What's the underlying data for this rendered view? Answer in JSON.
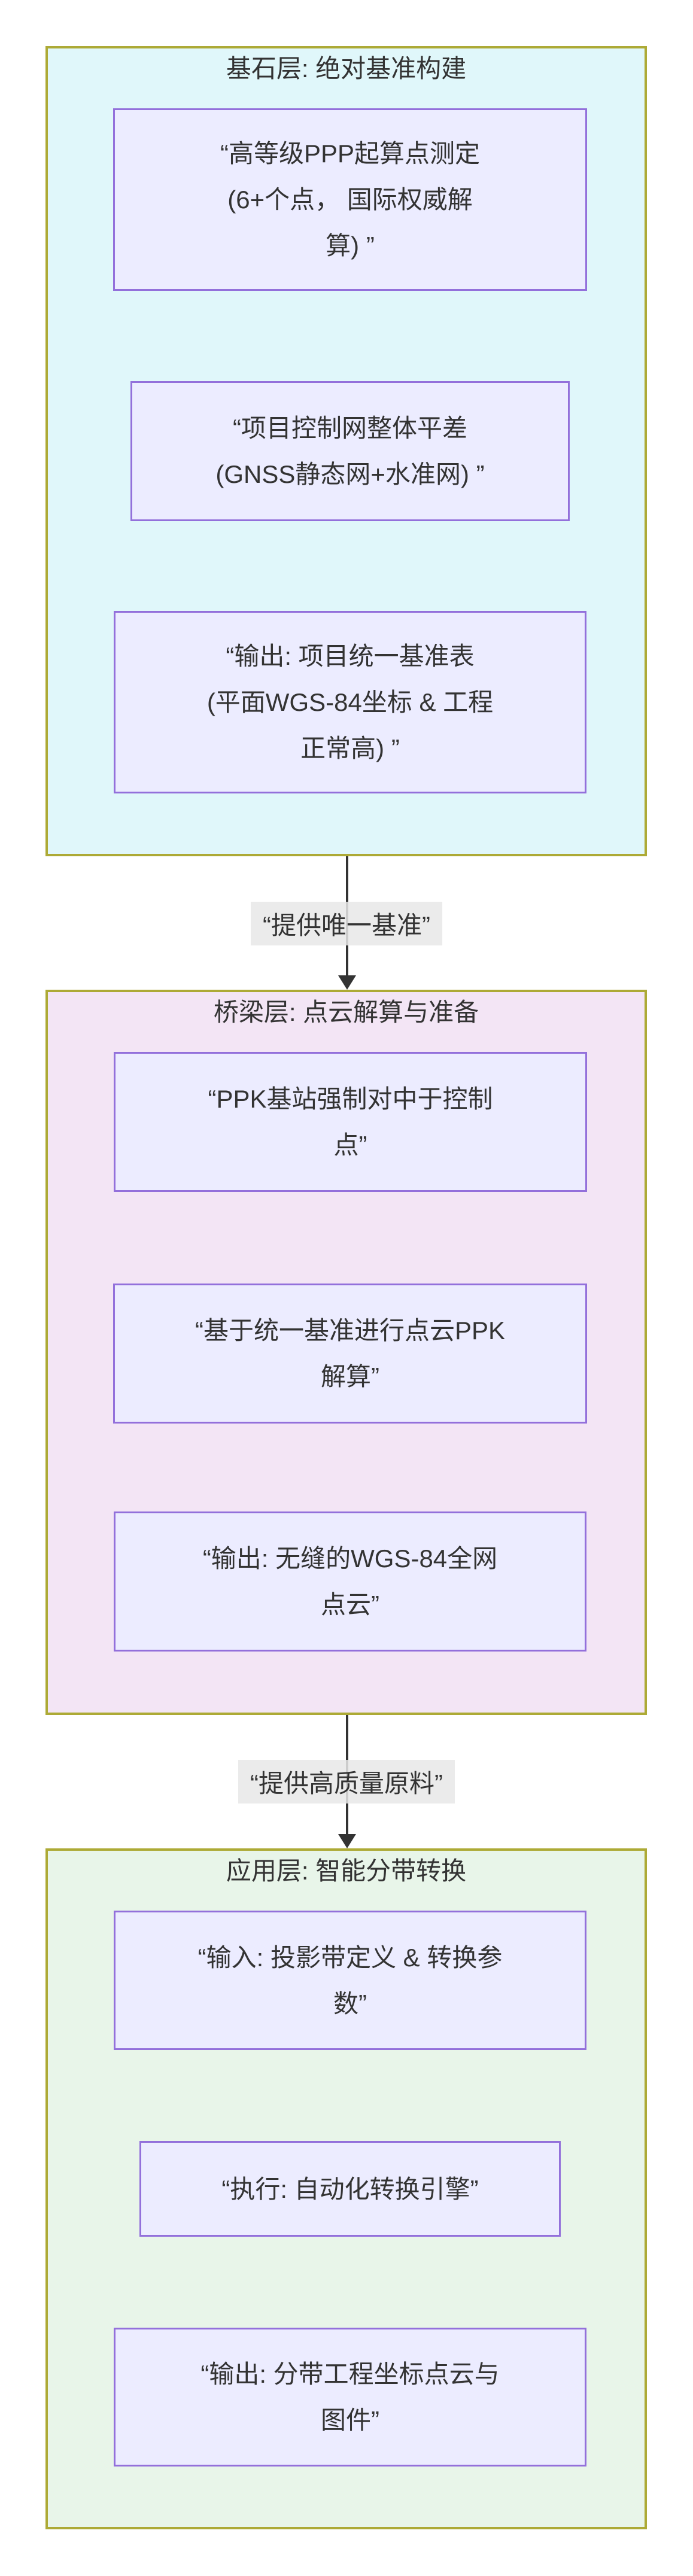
{
  "diagram": {
    "type": "flowchart",
    "direction": "top-down",
    "colors": {
      "background": "#ffffff",
      "section_border": "#adaa36",
      "node_fill": "#ececff",
      "node_border": "#9370db",
      "text": "#333333",
      "arrow": "#333333",
      "edge_label_bg": "#e8e8e8",
      "section_fills": {
        "foundation": "#e0f7fa",
        "bridge": "#f3e5f5",
        "application": "#e8f5e9"
      }
    },
    "sections": [
      {
        "title": "基石层: 绝对基准构建",
        "fill": "#e0f7fa",
        "nodes": [
          {
            "text": "“高等级PPP起算点测定\n(6+个点， 国际权威解\n算) ”"
          },
          {
            "text": "“项目控制网整体平差\n(GNSS静态网+水准网) ”"
          },
          {
            "text": "“输出: 项目统一基准表\n(平面WGS-84坐标 & 工程\n正常高) ”"
          }
        ]
      },
      {
        "title": "桥梁层: 点云解算与准备",
        "fill": "#f3e5f5",
        "nodes": [
          {
            "text": "“PPK基站强制对中于控制\n点”"
          },
          {
            "text": "“基于统一基准进行点云PPK\n解算”"
          },
          {
            "text": "“输出: 无缝的WGS-84全网\n点云”"
          }
        ]
      },
      {
        "title": "应用层: 智能分带转换",
        "fill": "#e8f5e9",
        "nodes": [
          {
            "text": "“输入: 投影带定义 & 转换参\n数”"
          },
          {
            "text": "“执行: 自动化转换引擎”"
          },
          {
            "text": "“输出: 分带工程坐标点云与\n图件”"
          }
        ]
      }
    ],
    "edges": [
      {
        "label": "“提供唯一基准”"
      },
      {
        "label": "“提供高质量原料”"
      }
    ]
  }
}
